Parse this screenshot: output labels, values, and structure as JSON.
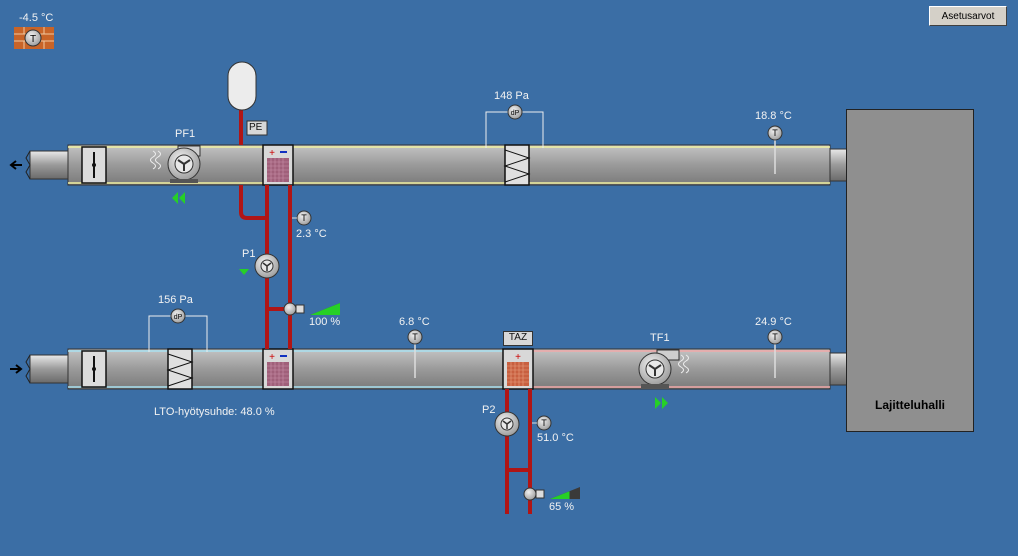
{
  "toolbar": {
    "settings_label": "Asetusarvot"
  },
  "outdoor": {
    "temp": "-4.5 °C",
    "sensor_letter": "T"
  },
  "building": {
    "hall_label": "Lajitteluhalli"
  },
  "exhaust": {
    "fan_label": "PF1",
    "pressure": "148 Pa",
    "room_temp": "18.8 °C",
    "expansion_label": "PE"
  },
  "heat_recovery": {
    "pump_label": "P1",
    "return_temp": "2.3 °C",
    "valve_pct": "100 %",
    "efficiency": "LTO-hyötysuhde: 48.0 %",
    "valve_level": 1.0
  },
  "supply": {
    "filter_pressure": "156 Pa",
    "after_lto_temp": "6.8 °C",
    "freeze_label": "TAZ",
    "fan_label": "TF1",
    "supply_temp": "24.9 °C"
  },
  "heating": {
    "pump_label": "P2",
    "water_temp": "51.0 °C",
    "valve_pct": "65 %",
    "valve_level": 0.65
  },
  "colors": {
    "background": "#3b6ea5",
    "duct": "#9c9c9c",
    "pipe": "#b01515",
    "arrow_green": "#26d026"
  }
}
